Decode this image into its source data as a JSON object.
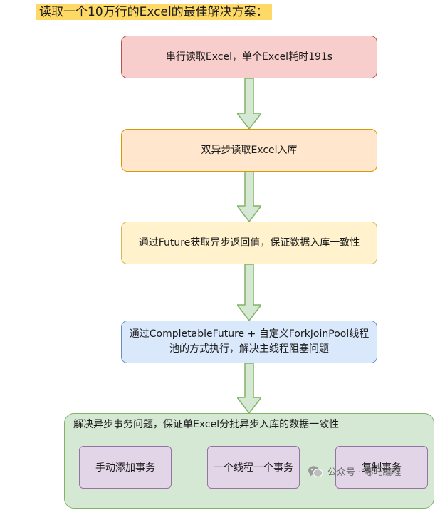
{
  "title": "读取一个10万行的Excel的最佳解决方案：",
  "steps": [
    "串行读取Excel，单个Excel耗时191s",
    "双异步读取Excel入库",
    "通过Future获取异步返回值，保证数据入库一致性",
    "通过CompletableFuture + 自定义ForkJoinPool线程池的方式执行，解决主线程阻塞问题"
  ],
  "transaction_group": {
    "label": "解决异步事务问题，保证单Excel分批异步入库的数据一致性",
    "options": [
      "手动添加事务",
      "一个线程一个事务",
      "复制事务"
    ]
  },
  "watermark": {
    "text": "公众号 · 哪吒编程",
    "icon": "wechat-icon"
  },
  "colors": {
    "title_highlight": "#ffd966",
    "step1_fill": "#f8cecc",
    "step2_fill": "#ffe6cc",
    "step3_fill": "#fff2cc",
    "step4_fill": "#dae8fc",
    "group_fill": "#d5e8d4",
    "option_fill": "#e1d5e7",
    "arrow_fill": "#d5e8d4",
    "arrow_stroke": "#82b366"
  }
}
